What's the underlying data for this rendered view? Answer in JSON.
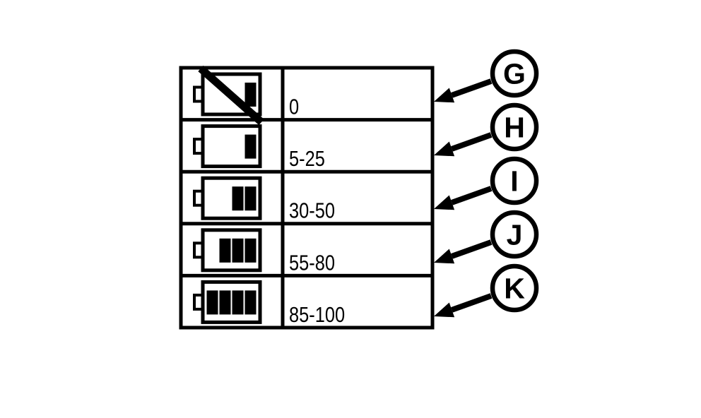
{
  "figure": {
    "colors": {
      "ink": "#000000",
      "paper": "#ffffff"
    },
    "rows": [
      {
        "callout_letter": "G",
        "value": "0",
        "icon": "battery-crossed-out-icon",
        "battery_bars": 1,
        "battery_crossed_out": true
      },
      {
        "callout_letter": "H",
        "value": "5-25",
        "icon": "battery-1-bar-icon",
        "battery_bars": 1,
        "battery_crossed_out": false
      },
      {
        "callout_letter": "I",
        "value": "30-50",
        "icon": "battery-2-bars-icon",
        "battery_bars": 2,
        "battery_crossed_out": false
      },
      {
        "callout_letter": "J",
        "value": "55-80",
        "icon": "battery-3-bars-icon",
        "battery_bars": 3,
        "battery_crossed_out": false
      },
      {
        "callout_letter": "K",
        "value": "85-100",
        "icon": "battery-4-bars-icon",
        "battery_bars": 4,
        "battery_crossed_out": false
      }
    ]
  }
}
